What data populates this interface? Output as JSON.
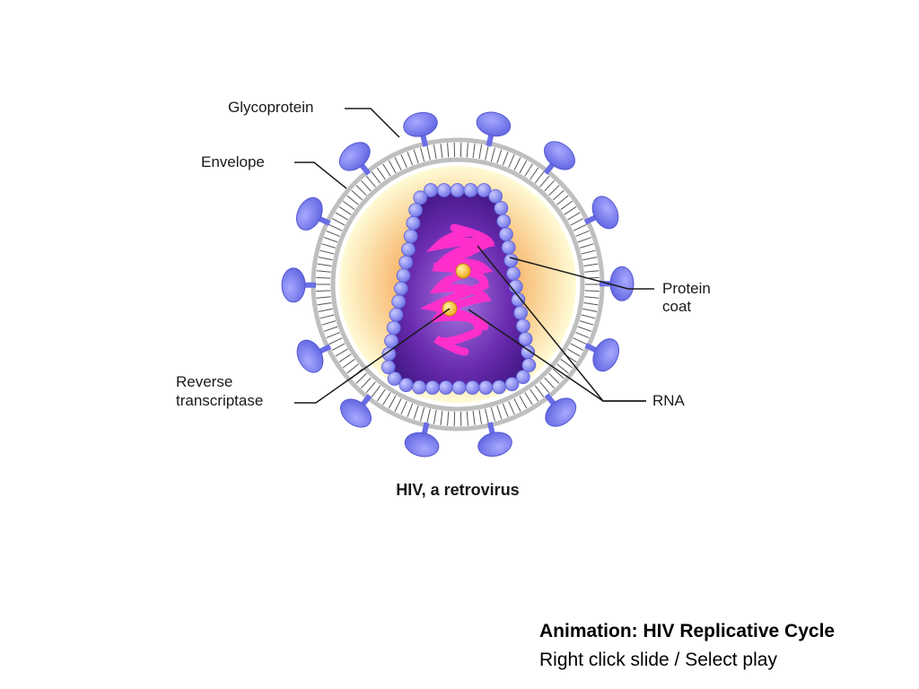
{
  "diagram": {
    "labels": {
      "glycoprotein": "Glycoprotein",
      "envelope": "Envelope",
      "protein_coat_line1": "Protein",
      "protein_coat_line2": "coat",
      "reverse_transcriptase_line1": "Reverse",
      "reverse_transcriptase_line2": "transcriptase",
      "rna": "RNA"
    },
    "caption": "HIV, a retrovirus",
    "colors": {
      "glycoprotein": "#7b7ef0",
      "membrane_lipid": "#bdbdbd",
      "core_inner": "#f7a860",
      "core_outer": "#fffbd0",
      "capsid_fill": "#6a2bb0",
      "capsid_bead": "#8a8cf2",
      "rna": "#ff33cc",
      "enzyme": "#ffc93a"
    }
  },
  "animation": {
    "title": "Animation: HIV Replicative Cycle",
    "instruction": "Right click slide / Select play"
  }
}
